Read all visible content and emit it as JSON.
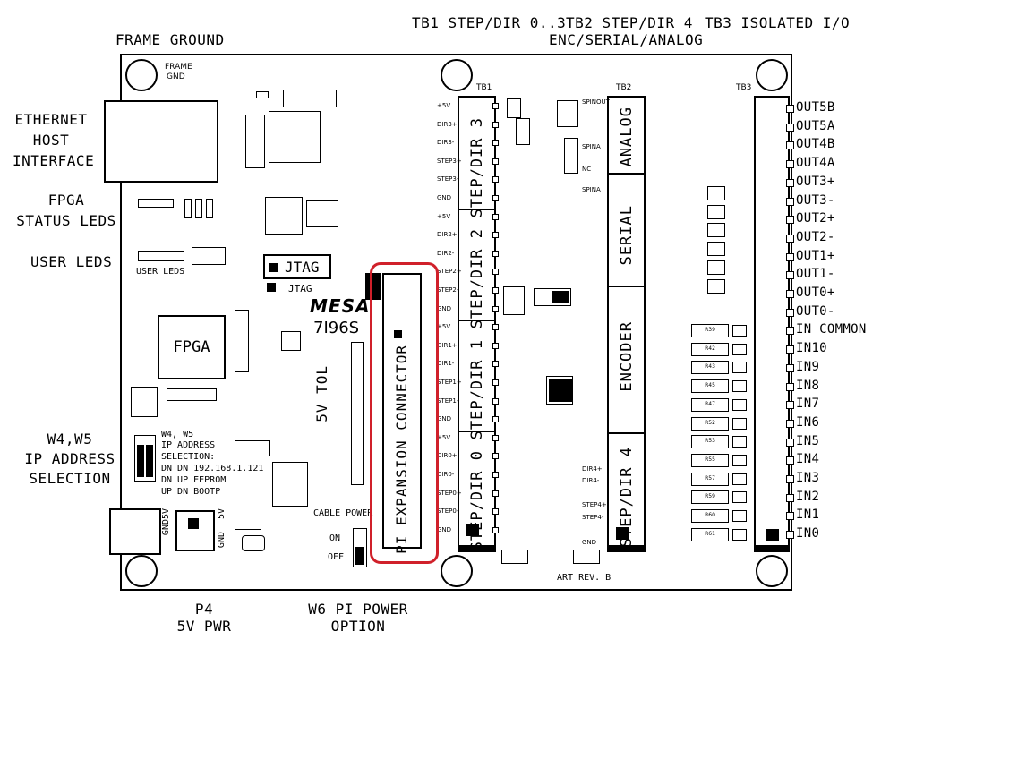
{
  "labels": {
    "frame_ground": "FRAME GROUND",
    "tb1_title": "TB1 STEP/DIR 0..3",
    "tb2_title_1": "TB2 STEP/DIR 4",
    "tb2_title_2": "ENC/SERIAL/ANALOG",
    "tb3_title": "TB3 ISOLATED I/O",
    "ethernet": [
      "ETHERNET",
      "HOST",
      "INTERFACE"
    ],
    "fpga_status": [
      "FPGA",
      "STATUS LEDS"
    ],
    "user_leds": "USER LEDS",
    "w4w5": [
      "W4,W5",
      "IP ADDRESS",
      "SELECTION"
    ],
    "p4": [
      "P4",
      "5V PWR"
    ],
    "w6": [
      "W6 PI POWER",
      "OPTION"
    ]
  },
  "board": {
    "frame_gnd": [
      "FRAME",
      "GND"
    ],
    "user_leds_small": "USER LEDS",
    "jtag": "JTAG",
    "jtag_small": "JTAG",
    "brand": "MESA",
    "model": "7I96S",
    "fpga": "FPGA",
    "tol": "5V TOL",
    "pi_connector": "PI EXPANSION CONNECTOR",
    "cable_power": "CABLE POWER",
    "on": "ON",
    "off": "OFF",
    "art_rev": "ART REV. B",
    "ip_notes": [
      "W4, W5",
      "IP ADDRESS",
      "SELECTION:",
      "DN DN 192.168.1.121",
      "DN UP EEPROM",
      "UP DN BOOTP"
    ],
    "p3_labels": [
      "GND",
      "5V"
    ],
    "tb1": "TB1",
    "tb2": "TB2",
    "tb3": "TB3",
    "tb1_sections": [
      "STEP/DIR 3",
      "STEP/DIR 2",
      "STEP/DIR 1",
      "STEP/DIR 0"
    ],
    "tb2_sections": [
      "ANALOG",
      "SERIAL",
      "ENCODER",
      "STEP/DIR 4"
    ],
    "tb1_pins": [
      "+5V",
      "DIR3+",
      "DIR3-",
      "STEP3+",
      "STEP3-",
      "GND",
      "+5V",
      "DIR2+",
      "DIR2-",
      "STEP2+",
      "STEP2-",
      "GND",
      "+5V",
      "DIR1+",
      "DIR1-",
      "STEP1+",
      "STEP1-",
      "GND",
      "+5V",
      "DIR0+",
      "DIR0-",
      "STEP0+",
      "STEP0-",
      "GND"
    ],
    "tb2_pins": [
      "SPINOUT",
      "SPINA",
      "NC",
      "SPINA",
      "DIR4+",
      "DIR4-",
      "STEP4+",
      "STEP4-",
      "GND"
    ]
  },
  "tb3_pins": [
    "OUT5B",
    "OUT5A",
    "OUT4B",
    "OUT4A",
    "OUT3+",
    "OUT3-",
    "OUT2+",
    "OUT2-",
    "OUT1+",
    "OUT1-",
    "OUT0+",
    "OUT0-",
    "IN COMMON",
    "IN10",
    "IN9",
    "IN8",
    "IN7",
    "IN6",
    "IN5",
    "IN4",
    "IN3",
    "IN2",
    "IN1",
    "IN0"
  ],
  "resistors": [
    "R39",
    "R42",
    "R43",
    "R45",
    "R47",
    "R52",
    "R53",
    "R55",
    "R57",
    "R59",
    "R60",
    "R61"
  ],
  "colors": {
    "highlight": "#d0202a",
    "ink": "#000000"
  }
}
